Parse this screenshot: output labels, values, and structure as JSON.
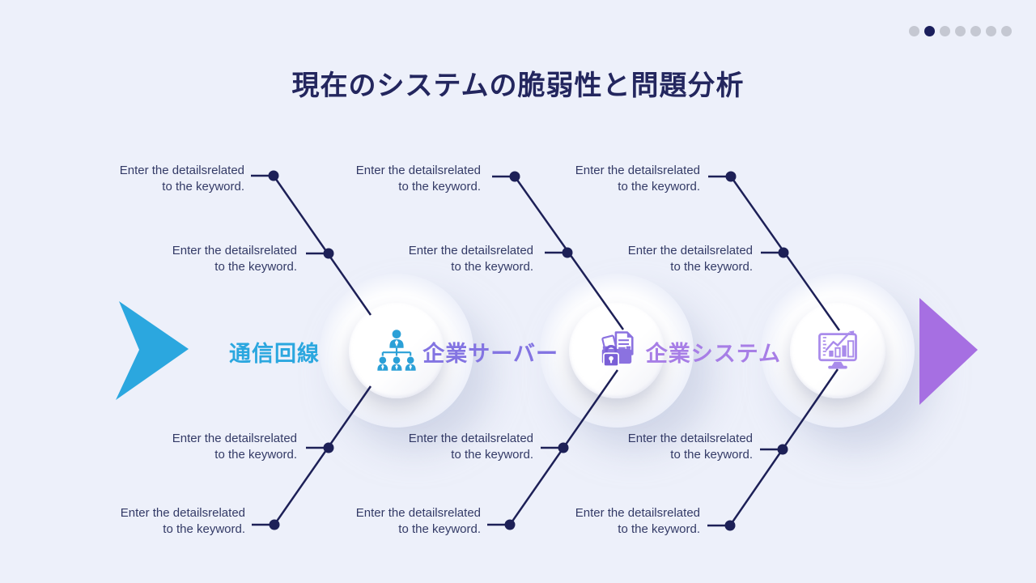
{
  "header": {
    "title": "現在のシステムの脆弱性と問題分析"
  },
  "pagination": {
    "total": 7,
    "active_index": 1
  },
  "steps": [
    {
      "label": "通信回線",
      "color": "#2ba7df",
      "icon": "org-chart-icon"
    },
    {
      "label": "企業サーバー",
      "color": "#8374e2",
      "icon": "secure-document-icon"
    },
    {
      "label": "企業システム",
      "color": "#a77ee6",
      "icon": "analytics-monitor-icon"
    }
  ],
  "detail_labels": [
    {
      "line1": "Enter the detailsrelated",
      "line2": "to the keyword."
    },
    {
      "line1": "Enter the detailsrelated",
      "line2": "to the keyword."
    },
    {
      "line1": "Enter the detailsrelated",
      "line2": "to the keyword."
    },
    {
      "line1": "Enter the detailsrelated",
      "line2": "to the keyword."
    },
    {
      "line1": "Enter the detailsrelated",
      "line2": "to the keyword."
    },
    {
      "line1": "Enter the detailsrelated",
      "line2": "to the keyword."
    },
    {
      "line1": "Enter the detailsrelated",
      "line2": "to the keyword."
    },
    {
      "line1": "Enter the detailsrelated",
      "line2": "to the keyword."
    },
    {
      "line1": "Enter the detailsrelated",
      "line2": "to the keyword."
    },
    {
      "line1": "Enter the detailsrelated",
      "line2": "to the keyword."
    },
    {
      "line1": "Enter the detailsrelated",
      "line2": "to the keyword."
    },
    {
      "line1": "Enter the detailsrelated",
      "line2": "to the keyword."
    }
  ],
  "colors": {
    "background": "#edf0fa",
    "title": "#23265e",
    "connector": "#1d2057",
    "note_text": "#333a66",
    "arrow_left": "#2ba7df",
    "arrow_right": "#a66fe2",
    "icon_blue": "#2ba0d7",
    "icon_purple": "#8b72e0",
    "icon_light_purple": "#a98beb",
    "pagination_active": "#1b1f5c",
    "pagination_inactive": "#c5c8d2"
  }
}
